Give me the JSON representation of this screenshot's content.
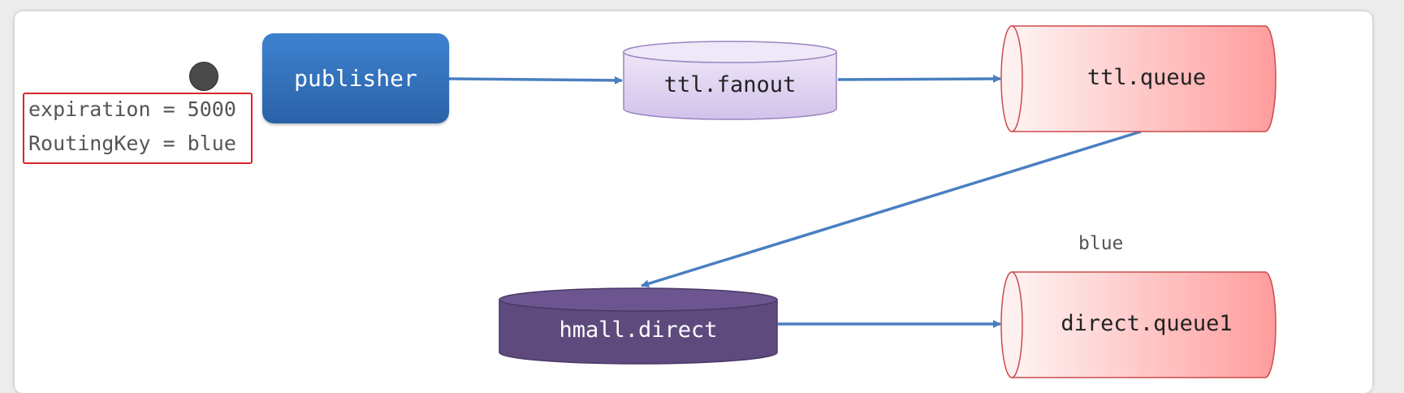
{
  "message": {
    "expiration_line": "expiration = 5000",
    "routing_key_line": "RoutingKey = blue"
  },
  "nodes": {
    "publisher": "publisher",
    "ttl_fanout": "ttl.fanout",
    "ttl_queue": "ttl.queue",
    "hmall_direct": "hmall.direct",
    "direct_queue1": "direct.queue1"
  },
  "edges": {
    "binding_key": "blue"
  },
  "colors": {
    "arrow": "#4a7fc1",
    "publisher": "#3470bd",
    "fanout_exchange": "#ddd0ef",
    "direct_exchange": "#5f4a7e",
    "queue": "#ffb3b3",
    "message_border": "#d9262c"
  }
}
